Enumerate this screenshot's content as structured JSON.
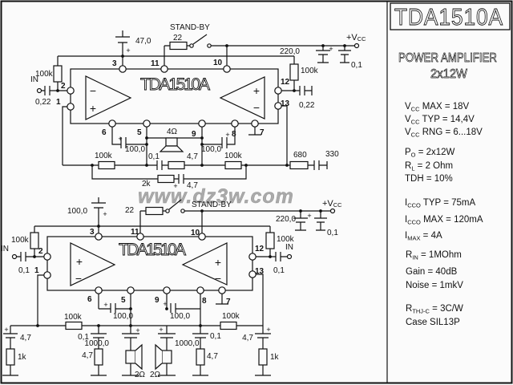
{
  "watermark": "www.dz3w.com",
  "plus": "+",
  "minus": "−",
  "vcc_label": {
    "main": "+V",
    "sub": "CC"
  },
  "pins": {
    "n1": "1",
    "n2": "2",
    "n3": "3",
    "n5": "5",
    "n6": "6",
    "n7": "7",
    "n8": "8",
    "n9": "9",
    "n10": "10",
    "n11": "11",
    "n12": "12",
    "n13": "13"
  },
  "panel": {
    "title": "TDA1510A",
    "subtitle1": "POWER AMPLIFIER",
    "subtitle2": "2x12W",
    "specs": [
      {
        "pre": "V",
        "sub": "CC",
        "post": " MAX = 18V"
      },
      {
        "pre": "V",
        "sub": "CC",
        "post": " TYP = 14,4V"
      },
      {
        "pre": "V",
        "sub": "CC",
        "post": " RNG = 6...18V"
      },
      {
        "pre": "P",
        "sub": "O",
        "post": " = 2x12W"
      },
      {
        "pre": "R",
        "sub": "L",
        "post": " = 2 Ohm"
      },
      {
        "pre": "TDH = 10%",
        "sub": "",
        "post": ""
      },
      {
        "pre": "I",
        "sub": "CCO",
        "post": " TYP = 75mA"
      },
      {
        "pre": "I",
        "sub": "CCO",
        "post": " MAX = 120mA"
      },
      {
        "pre": "I",
        "sub": "MAX",
        "post": " =   4A"
      },
      {
        "pre": "R",
        "sub": "IN",
        "post": "  = 1MOhm"
      },
      {
        "pre": "Gain  =  40dB",
        "sub": "",
        "post": ""
      },
      {
        "pre": "Noise = 1mkV",
        "sub": "",
        "post": ""
      },
      {
        "pre": "R",
        "sub": "THJ-C",
        "post": " = 3C/W"
      },
      {
        "pre": "Case  SIL13P",
        "sub": "",
        "post": ""
      }
    ]
  },
  "c1": {
    "ic_label": "TDA1510A",
    "standby": "STAND-BY",
    "in_label": "IN",
    "c_in": "0,22",
    "r_bias": "100k",
    "c_ripple": "47,0",
    "r_standby": "22",
    "c_supply": "220,0",
    "c_supply2": "0,1",
    "r_vcc": "100k",
    "c_out12": "0,22",
    "c_boot_l": "100,0",
    "c_boot_r": "100,0",
    "speaker": "4Ω",
    "r_fb_l": "100k",
    "c_zobel": "0,1",
    "r_zobel": "4,7",
    "r_fb_r": "100k",
    "r_out": "680",
    "c_out": "330",
    "r_gain": "2k",
    "c_gain": "4,7"
  },
  "c2": {
    "ic_label": "TDA1510A",
    "standby": "STAND-BY",
    "in_l": "IN",
    "in_r": "IN",
    "c_in_l": "0,1",
    "c_in_r": "0,1",
    "r_bias_l": "100k",
    "r_bias_r": "100k",
    "c_ripple": "100,0",
    "r_standby": "22",
    "c_supply": "220,0",
    "c_supply2": "0,1",
    "c_boot_l": "100,0",
    "c_boot_r": "100,0",
    "r_fb_l": "100k",
    "r_fb_r": "100k",
    "c_out_l": "1000,0",
    "c_out_r": "1000,0",
    "spk_l": "2Ω",
    "spk_r": "2Ω",
    "c_zobel_l": "0,1",
    "r_zobel_l": "4,7",
    "c_zobel_r": "0,1",
    "r_zobel_r": "4,7",
    "c_end_l": "4,7",
    "r_end_l": "1k",
    "c_end_r": "4,7",
    "r_end_r": "1k"
  }
}
